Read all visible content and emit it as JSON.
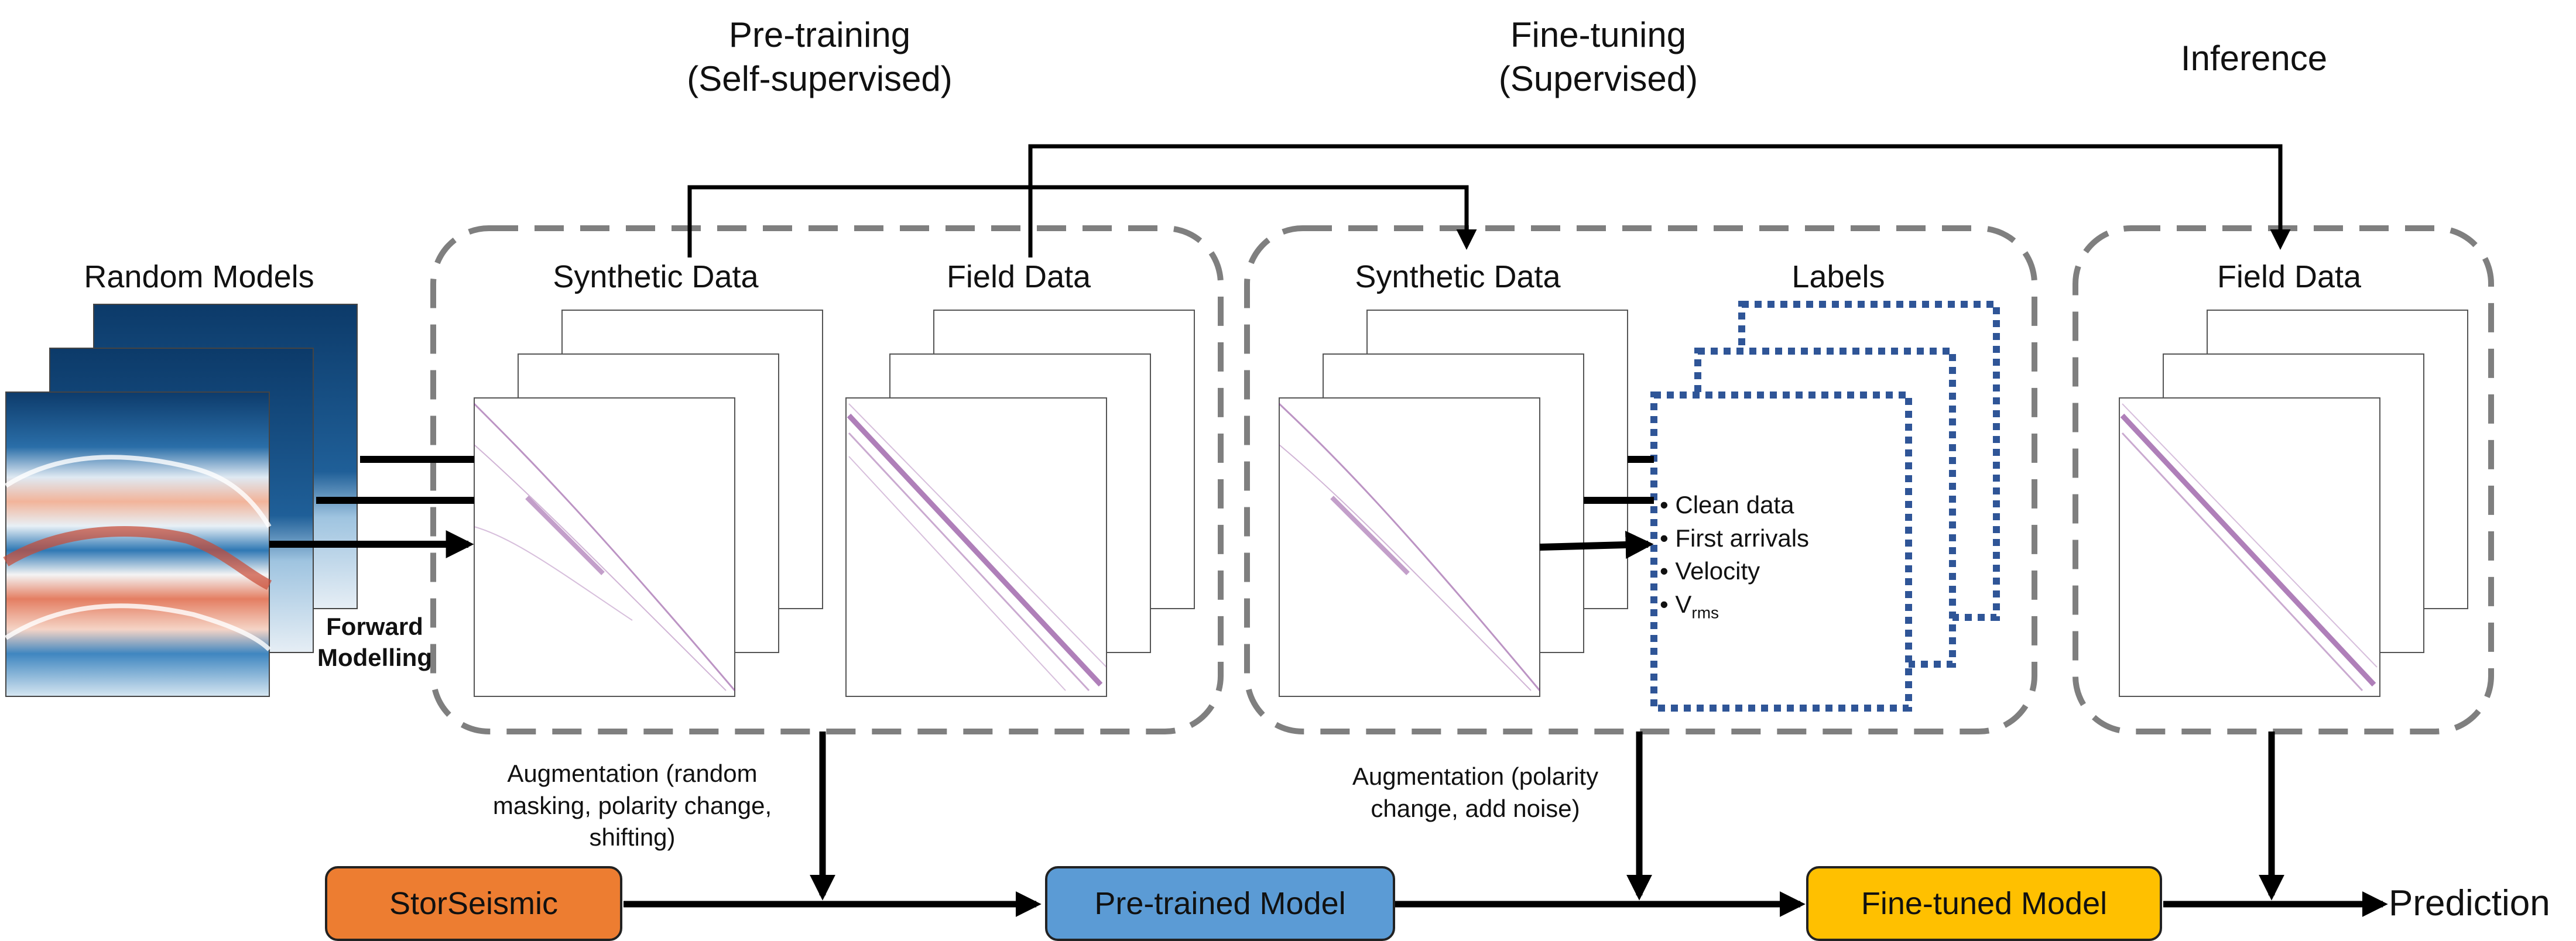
{
  "phases": {
    "pretraining": "Pre-training",
    "pretraining_sub": "(Self-supervised)",
    "finetuning": "Fine-tuning",
    "finetuning_sub": "(Supervised)",
    "inference": "Inference"
  },
  "inputs": {
    "random_models": "Random Models",
    "forward_modelling_1": "Forward",
    "forward_modelling_2": "Modelling"
  },
  "pretraining_panel": {
    "synthetic": "Synthetic Data",
    "field": "Field Data"
  },
  "finetuning_panel": {
    "synthetic": "Synthetic Data",
    "labels": "Labels",
    "label_items": [
      "Clean data",
      "First arrivals",
      "Velocity"
    ],
    "label_vrms_base": "V",
    "label_vrms_sub": "rms"
  },
  "inference_panel": {
    "field": "Field Data"
  },
  "augmentations": {
    "pretraining": [
      "Augmentation (random",
      "masking, polarity change,",
      "shifting)"
    ],
    "finetuning": [
      "Augmentation (polarity",
      "change, add noise)"
    ]
  },
  "pipeline": {
    "storseismic": "StorSeismic",
    "pretrained": "Pre-trained Model",
    "finetuned": "Fine-tuned Model",
    "prediction": "Prediction"
  },
  "colors": {
    "storseismic": "#ed7d31",
    "pretrained": "#5b9bd5",
    "finetuned": "#ffc000",
    "label_border": "#2f5597",
    "panel_border": "#7f7f7f",
    "seismic": "#7a2a8a"
  }
}
